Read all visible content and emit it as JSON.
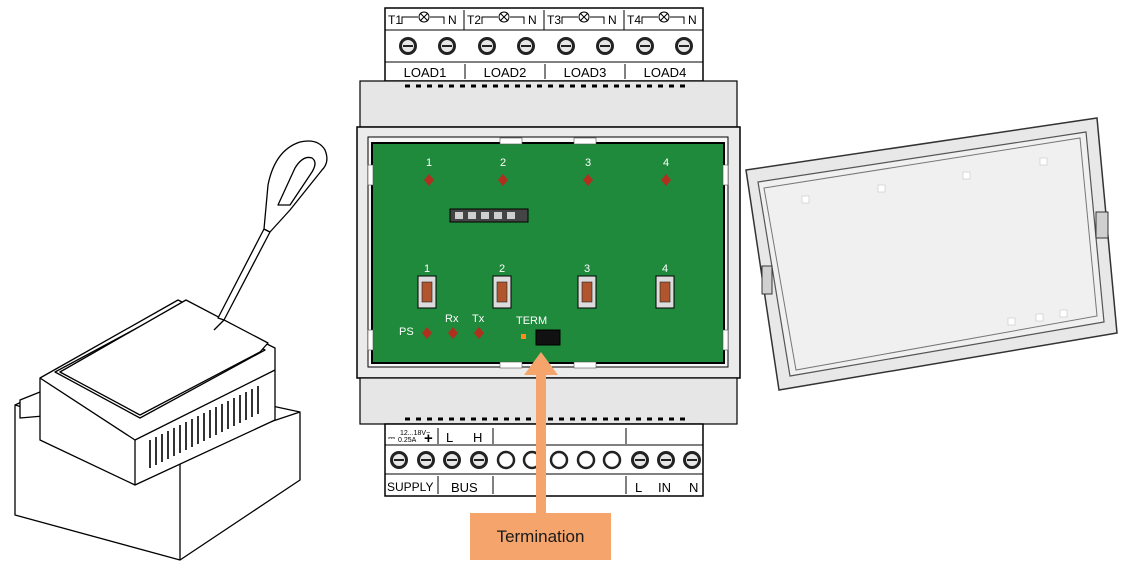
{
  "top_terminals": {
    "channels": [
      "T1",
      "T2",
      "T3",
      "T4"
    ],
    "neutral": "N",
    "loads": [
      "LOAD1",
      "LOAD2",
      "LOAD3",
      "LOAD4"
    ]
  },
  "board": {
    "led_numbers": [
      "1",
      "2",
      "3",
      "4"
    ],
    "button_numbers": [
      "1",
      "2",
      "3",
      "4"
    ],
    "status_leds": [
      "PS",
      "Rx",
      "Tx"
    ],
    "term_label": "TERM"
  },
  "bottom_terminals": {
    "supply_rating_line1": "12...18V~",
    "supply_rating_line2": "0.25A",
    "plus": "+",
    "bus_l": "L",
    "bus_h": "H",
    "supply": "SUPPLY",
    "bus": "BUS",
    "input_l": "L",
    "input_in": "IN",
    "input_n": "N"
  },
  "callout": "Termination",
  "colors": {
    "pcb": "#1f8a3c",
    "led": "#b03020",
    "callout_fill": "#f5a56b",
    "callout_arrow": "#f5a56b"
  }
}
